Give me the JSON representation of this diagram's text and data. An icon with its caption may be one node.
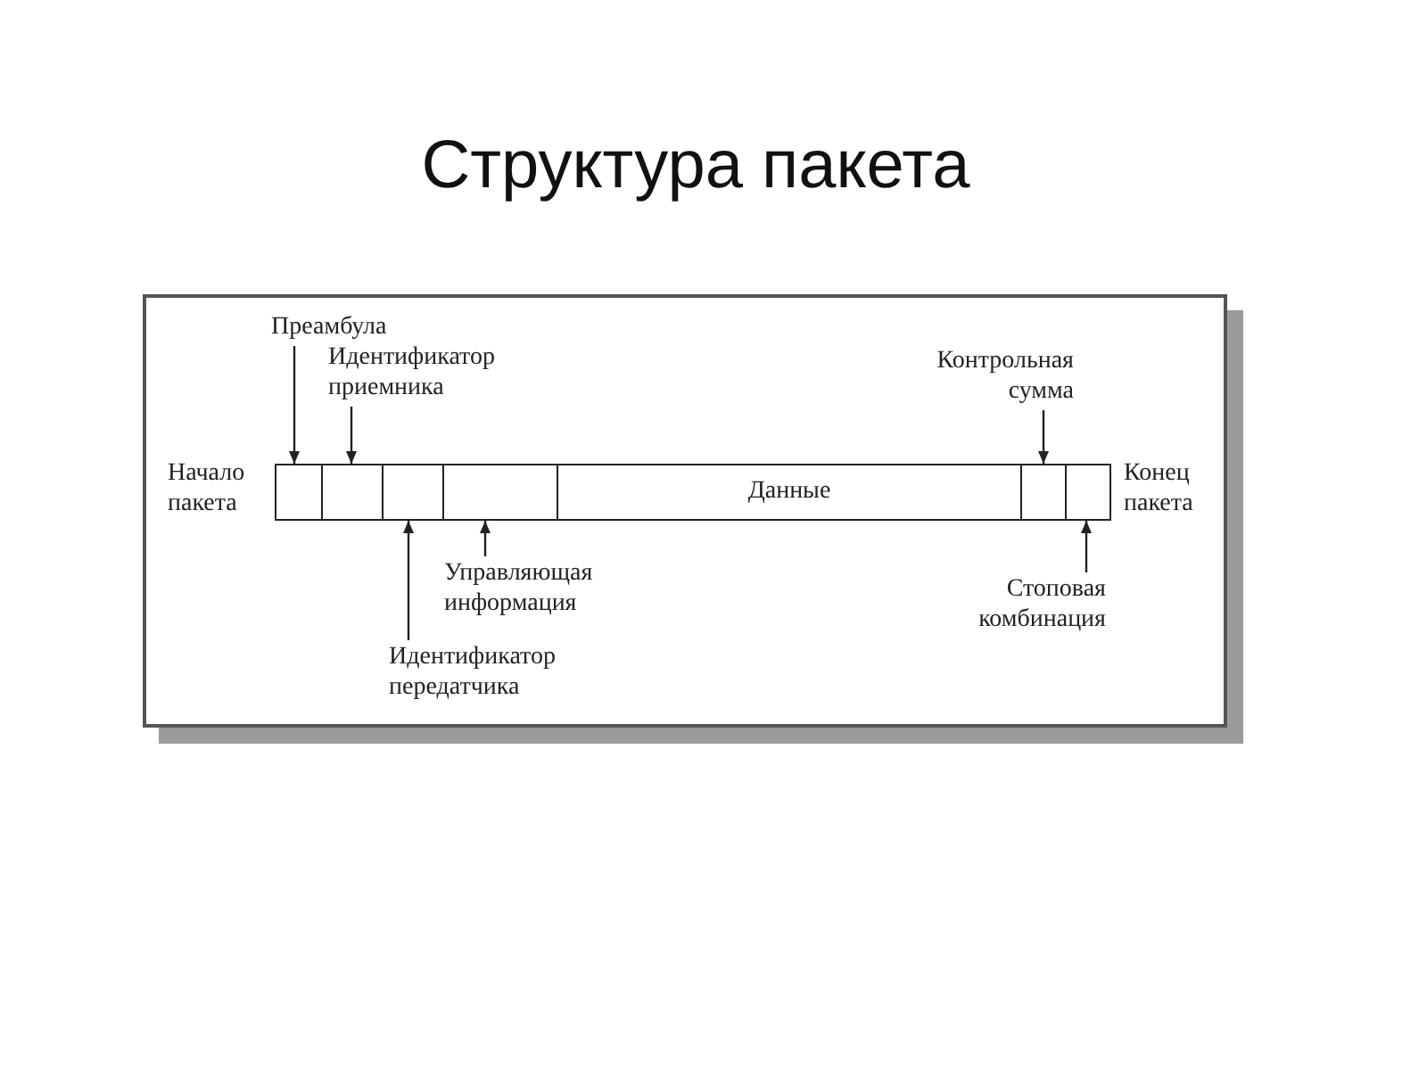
{
  "diagram": {
    "title": "Структура пакета",
    "nodes": [
      {
        "text": [],
        "shape": "box"
      },
      {
        "text": [
          "Преамбула"
        ],
        "in": 0
      },
      {
        "text": [
          "Идентификатор приемника"
        ],
        "in": 0
      },
      {
        "text": [
          "Контрольная сумма"
        ],
        "in": 0
      },
      {
        "text": [],
        "shape": "box",
        "in": 0
      },
      {
        "text": [],
        "shape": "box",
        "in": 0
      },
      {
        "text": [],
        "shape": "box",
        "in": 0
      },
      {
        "text": [],
        "shape": "box",
        "in": 0
      },
      {
        "text": [
          "Данные"
        ],
        "in": 0
      },
      {
        "text": [],
        "shape": "box",
        "in": 0
      },
      {
        "text": [],
        "shape": "box",
        "in": 0
      },
      {
        "text": [
          "Управляющая информация"
        ],
        "in": 0
      },
      {
        "text": [
          "Стоповая комбинация"
        ],
        "in": 0
      },
      {
        "text": [
          "Идентификатор передатчика"
        ],
        "in": 0
      }
    ],
    "edges": [
      {
        "from": 1,
        "to": 4,
        "arrow": "to"
      },
      {
        "from": 2,
        "to": 5,
        "arrow": "to"
      },
      {
        "from": 3,
        "to": 9,
        "arrow": "to"
      },
      {
        "from": 13,
        "to": 6,
        "arrow": "to"
      },
      {
        "from": 11,
        "to": 7,
        "arrow": "to"
      },
      {
        "from": 12,
        "to": 10,
        "arrow": "to"
      }
    ],
    "labels": [
      "Начало пакета",
      "Конец пакета"
    ]
  }
}
